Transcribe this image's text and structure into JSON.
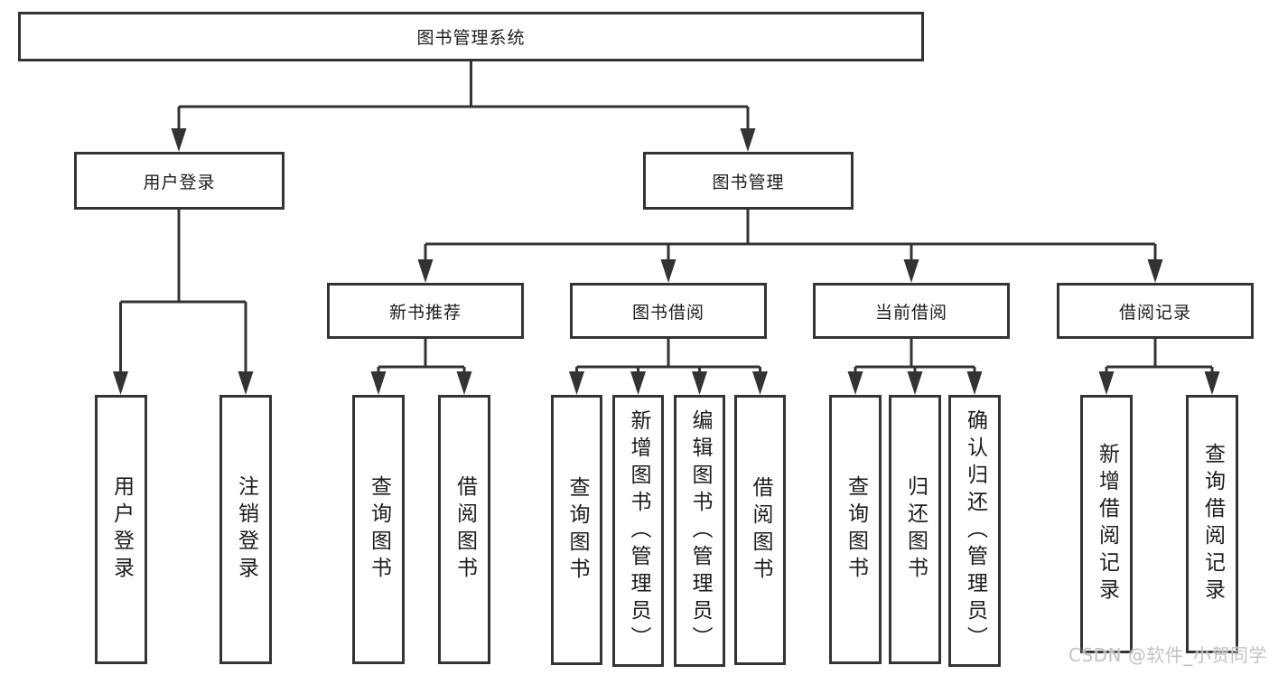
{
  "root": {
    "label": "图书管理系统"
  },
  "level2": {
    "user_login": {
      "label": "用户登录"
    },
    "book_mgmt": {
      "label": "图书管理"
    }
  },
  "level3": {
    "new_book_rec": {
      "label": "新书推荐"
    },
    "book_borrow": {
      "label": "图书借阅"
    },
    "current_borrow": {
      "label": "当前借阅"
    },
    "borrow_records": {
      "label": "借阅记录"
    }
  },
  "leaves": {
    "user_login": {
      "label": "用户登录"
    },
    "logout": {
      "label": "注销登录"
    },
    "query_book_rec": {
      "label": "查询图书"
    },
    "borrow_book_rec": {
      "label": "借阅图书"
    },
    "query_book_borrow": {
      "label": "查询图书"
    },
    "add_book_admin": {
      "label": "新增图书（管理员）"
    },
    "edit_book_admin": {
      "label": "编辑图书（管理员）"
    },
    "borrow_book_borrow": {
      "label": "借阅图书"
    },
    "query_book_current": {
      "label": "查询图书"
    },
    "return_book": {
      "label": "归还图书"
    },
    "confirm_return_admin": {
      "label": "确认归还（管理员）"
    },
    "add_borrow_record": {
      "label": "新增借阅记录"
    },
    "query_borrow_record": {
      "label": "查询借阅记录"
    }
  },
  "watermark": {
    "text": "CSDN @软件_小贺同学"
  },
  "colors": {
    "line": "#333333",
    "box_border": "#343434",
    "text": "#1c1c1c",
    "background": "#ffffff",
    "watermark": "#c2c2c2"
  }
}
